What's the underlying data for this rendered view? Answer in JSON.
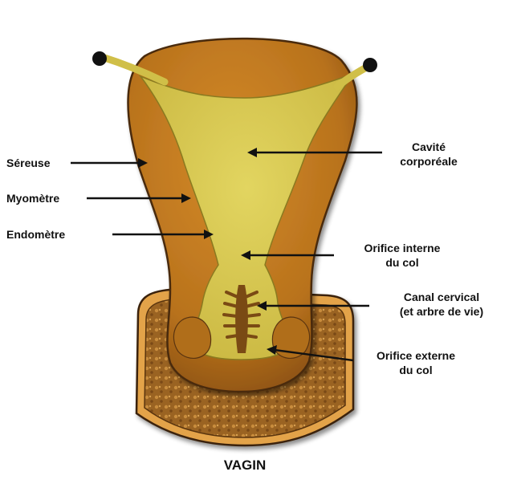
{
  "labels": {
    "sereuse": "Séreuse",
    "myometre": "Myomètre",
    "endometre": "Endomètre",
    "cavite_line1": "Cavité",
    "cavite_line2": "corporéale",
    "orifice_interne_line1": "Orifice interne",
    "orifice_interne_line2": "du col",
    "canal_line1": "Canal cervical",
    "canal_line2": "(et arbre de vie)",
    "orifice_externe_line1": "Orifice externe",
    "orifice_externe_line2": "du col",
    "vagin": "VAGIN"
  },
  "colors": {
    "myometrium": "#c07a1e",
    "myometrium_dark": "#7a4410",
    "endometrium": "#d8c94e",
    "vagina": "#a8702a",
    "vagina_rim": "#e3a34a"
  }
}
